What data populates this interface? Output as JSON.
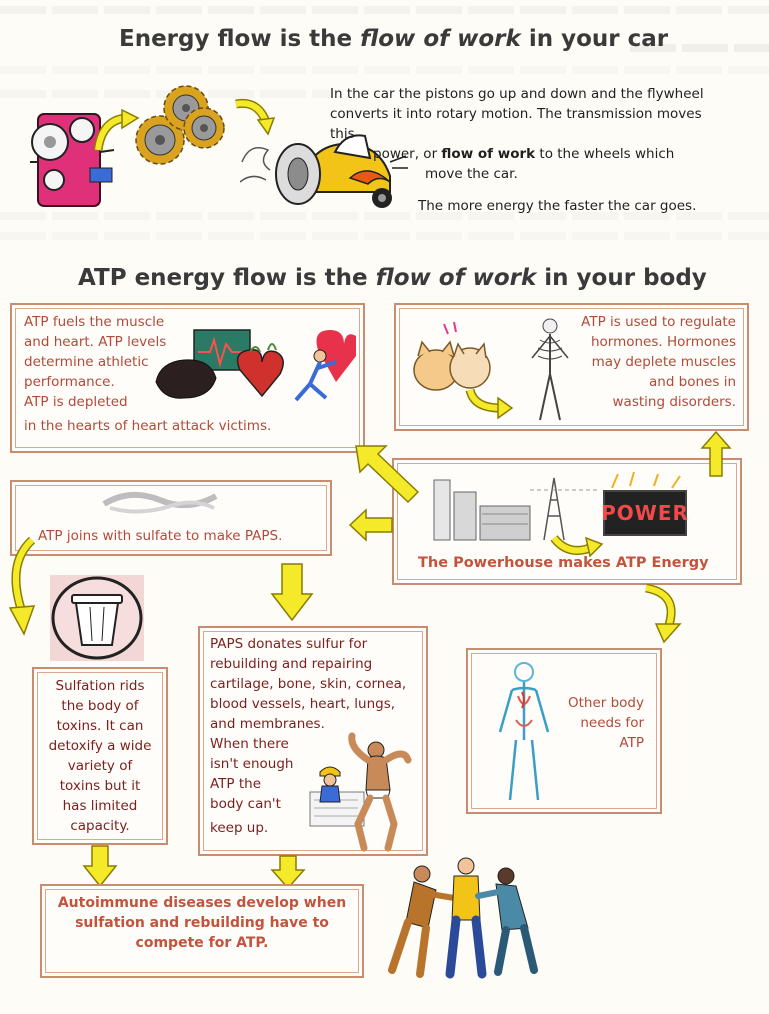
{
  "top_title": {
    "prefix": "Energy flow is the ",
    "italic": "flow of work",
    "suffix": " in your car"
  },
  "car_lines": [
    "In the car the pistons go up and down and the flywheel",
    "converts it into rotary motion.  The transmission moves this",
    "power, or ",
    "flow of work",
    " to the wheels which",
    "move the car.",
    "The more energy the faster the car goes."
  ],
  "body_title": {
    "prefix": "ATP energy flow is the ",
    "italic": "flow of work",
    "suffix": " in your body"
  },
  "box_muscle": [
    "ATP fuels the muscle",
    "and heart. ATP levels",
    "determine athletic",
    "performance.",
    "ATP is depleted",
    "in the hearts of heart attack victims."
  ],
  "box_hormones": [
    "ATP is used to regulate",
    "hormones.  Hormones",
    "may deplete muscles",
    "and bones in",
    "wasting disorders."
  ],
  "box_paps_label": "ATP joins with sulfate to make PAPS.",
  "box_powerhouse": {
    "label": "The Powerhouse makes ATP Energy",
    "sign": "POWER"
  },
  "box_sulfation": [
    "Sulfation rids",
    "the body of",
    "toxins.  It can",
    "detoxify a wide",
    "variety of",
    "toxins but it",
    "has limited",
    "capacity."
  ],
  "box_rebuild": [
    "PAPS donates sulfur for",
    "rebuilding and repairing",
    "cartilage, bone, skin, cornea,",
    "blood vessels, heart, lungs,",
    "and membranes.",
    "When there",
    "isn't enough",
    "ATP the",
    "body can't",
    "keep up."
  ],
  "box_other": [
    "Other body",
    "needs for",
    "ATP"
  ],
  "box_autoimmune": [
    "Autoimmune diseases develop when",
    "sulfation and rebuilding have to",
    "compete for ",
    "ATP",
    "."
  ],
  "colors": {
    "box_border": "#c98c6e",
    "rust_text": "#b24a3a",
    "maroon_text": "#7a1f1f",
    "arrow_fill": "#f4ea2a",
    "arrow_stroke": "#8a7d00",
    "title": "#3a3a3a"
  }
}
